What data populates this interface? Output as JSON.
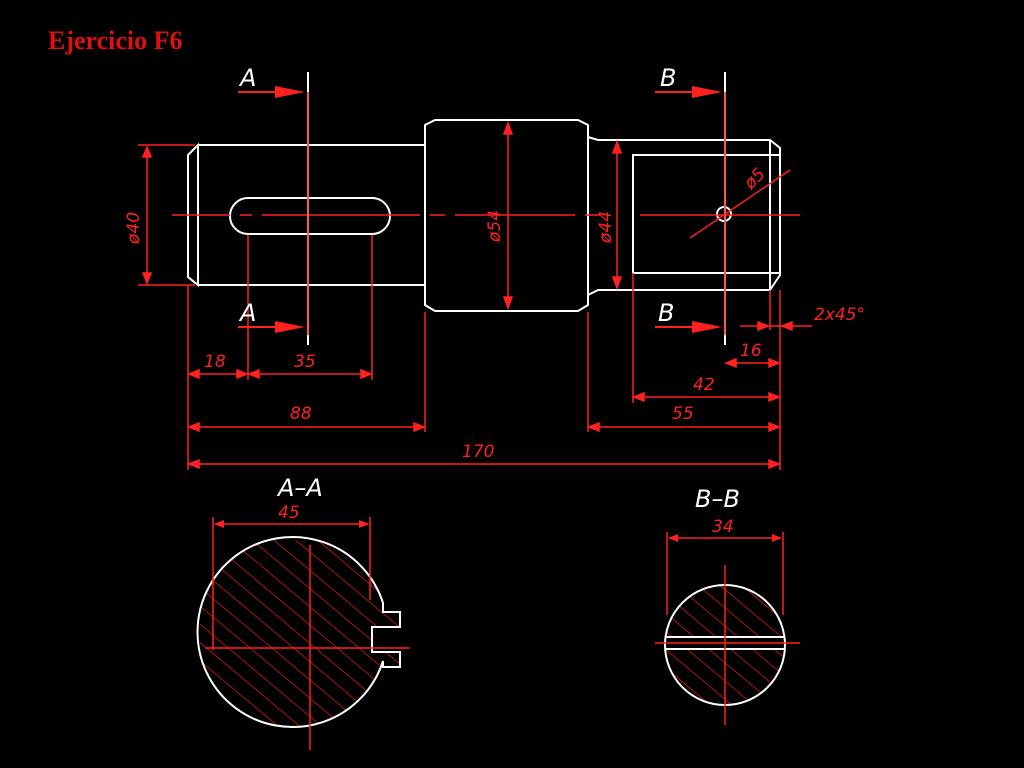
{
  "title": "Ejercicio F6",
  "colors": {
    "outline": "#ffffff",
    "dimension": "#ff2020",
    "background": "#000000"
  },
  "section_marks": {
    "a_top": "A",
    "a_bottom": "A",
    "b_top": "B",
    "b_bottom": "B"
  },
  "section_titles": {
    "aa": "A–A",
    "bb": "B–B"
  },
  "dimensions": {
    "d40": "ø40",
    "d54": "ø54",
    "d44": "ø44",
    "d5": "ø5",
    "len18": "18",
    "len35": "35",
    "len88": "88",
    "len170": "170",
    "len55": "55",
    "len42": "42",
    "len16": "16",
    "chamfer": "2x45°",
    "aa_width": "45",
    "bb_width": "34"
  }
}
